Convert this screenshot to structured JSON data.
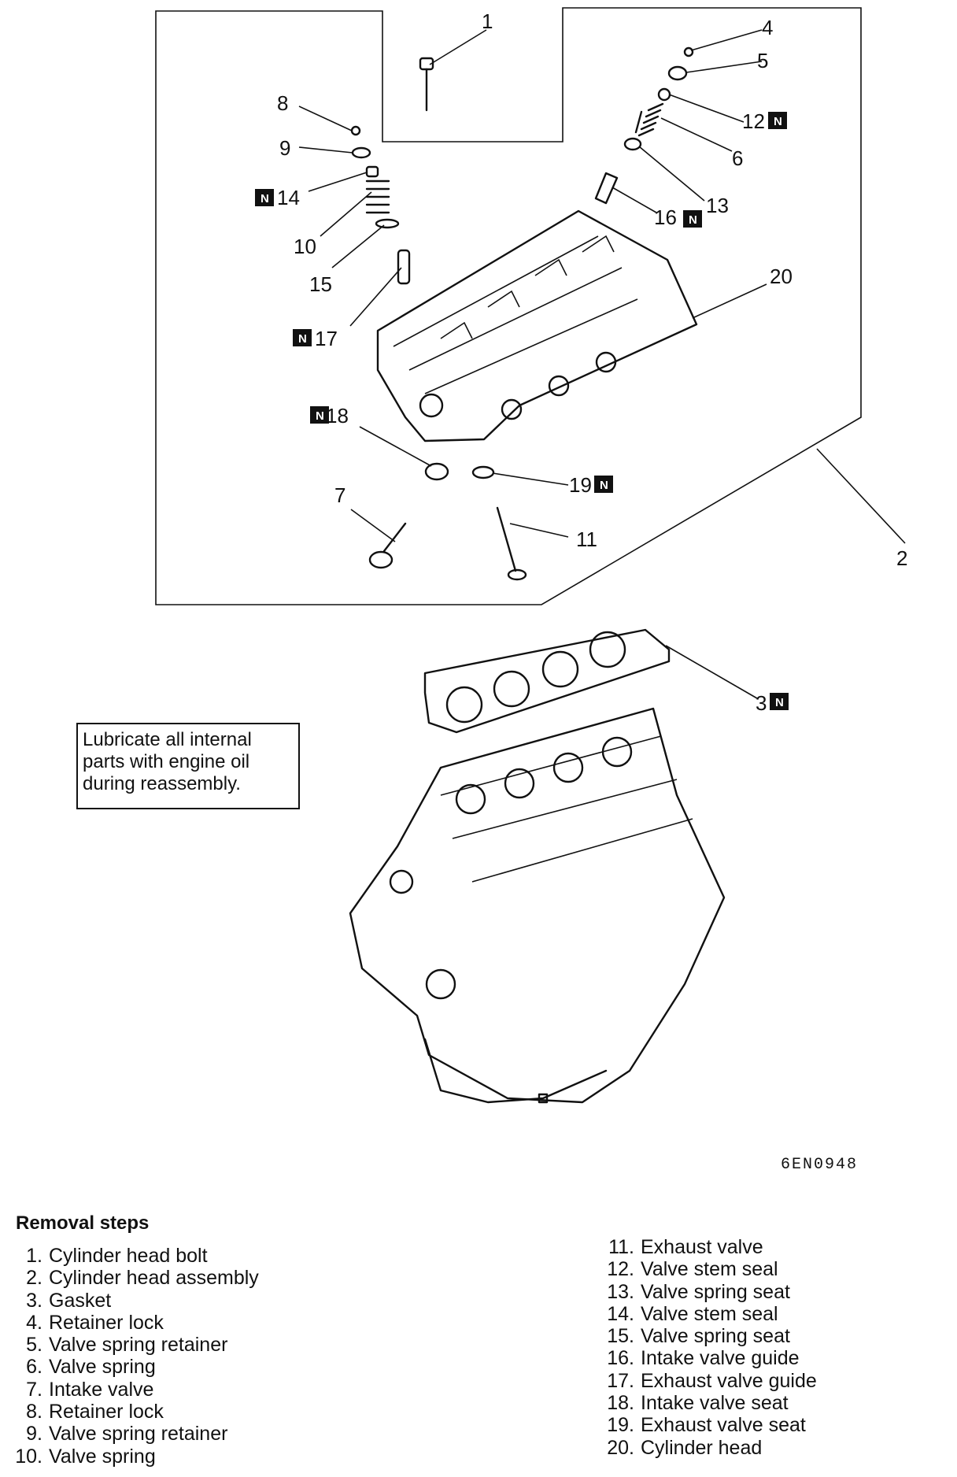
{
  "callouts": [
    {
      "id": "c1",
      "text": "1",
      "new": false
    },
    {
      "id": "c2",
      "text": "2",
      "new": false
    },
    {
      "id": "c3",
      "text": "3",
      "new": true
    },
    {
      "id": "c4",
      "text": "4",
      "new": false
    },
    {
      "id": "c5",
      "text": "5",
      "new": false
    },
    {
      "id": "c6",
      "text": "6",
      "new": false
    },
    {
      "id": "c7",
      "text": "7",
      "new": false
    },
    {
      "id": "c8",
      "text": "8",
      "new": false
    },
    {
      "id": "c9",
      "text": "9",
      "new": false
    },
    {
      "id": "c10",
      "text": "10",
      "new": false
    },
    {
      "id": "c11",
      "text": "11",
      "new": false
    },
    {
      "id": "c12",
      "text": "12",
      "new": true
    },
    {
      "id": "c13",
      "text": "13",
      "new": false
    },
    {
      "id": "c14",
      "text": "14",
      "new": true
    },
    {
      "id": "c15",
      "text": "15",
      "new": false
    },
    {
      "id": "c16",
      "text": "16",
      "new": true
    },
    {
      "id": "c17",
      "text": "17",
      "new": true
    },
    {
      "id": "c18",
      "text": "18",
      "new": true
    },
    {
      "id": "c19",
      "text": "19",
      "new": true
    },
    {
      "id": "c20",
      "text": "20",
      "new": false
    }
  ],
  "new_part_symbol": "N",
  "note": {
    "lines": [
      "Lubricate all internal",
      "parts with engine oil",
      "during reassembly."
    ]
  },
  "figure_code": "6EN0948",
  "removal_steps": {
    "title": "Removal steps",
    "left": [
      {
        "num": "1.",
        "label": "Cylinder head bolt"
      },
      {
        "num": "2.",
        "label": "Cylinder head assembly"
      },
      {
        "num": "3.",
        "label": "Gasket"
      },
      {
        "num": "4.",
        "label": "Retainer lock"
      },
      {
        "num": "5.",
        "label": "Valve spring retainer"
      },
      {
        "num": "6.",
        "label": "Valve spring"
      },
      {
        "num": "7.",
        "label": "Intake valve"
      },
      {
        "num": "8.",
        "label": "Retainer lock"
      },
      {
        "num": "9.",
        "label": "Valve spring retainer"
      },
      {
        "num": "10.",
        "label": "Valve spring"
      }
    ],
    "right": [
      {
        "num": "11.",
        "label": "Exhaust valve"
      },
      {
        "num": "12.",
        "label": "Valve stem seal"
      },
      {
        "num": "13.",
        "label": "Valve spring seat"
      },
      {
        "num": "14.",
        "label": "Valve stem seal"
      },
      {
        "num": "15.",
        "label": "Valve spring seat"
      },
      {
        "num": "16.",
        "label": "Intake valve guide"
      },
      {
        "num": "17.",
        "label": "Exhaust valve guide"
      },
      {
        "num": "18.",
        "label": "Intake valve seat"
      },
      {
        "num": "19.",
        "label": "Exhaust valve seat"
      },
      {
        "num": "20.",
        "label": "Cylinder head"
      }
    ]
  }
}
